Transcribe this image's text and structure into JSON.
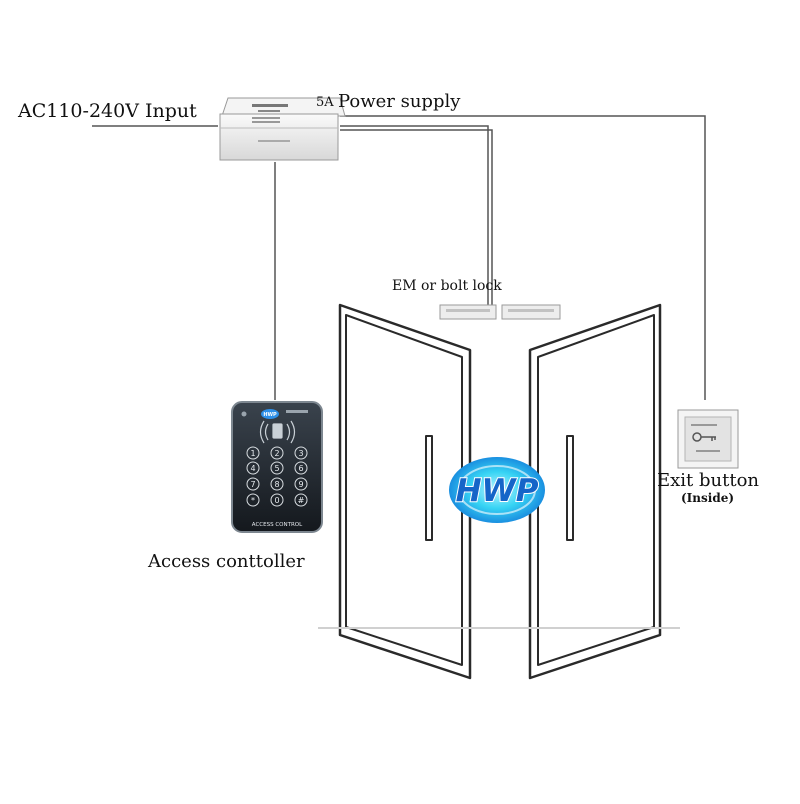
{
  "labels": {
    "ac_input": "AC110-240V Input",
    "psu_rating": "5A",
    "psu_name": "Power supply",
    "lock": "EM or bolt lock",
    "controller": "Access conttoller",
    "exit_button": "Exit button",
    "exit_location": "(Inside)"
  },
  "logo": {
    "text": "HWP"
  },
  "keypad": {
    "keys": [
      "1",
      "2",
      "3",
      "4",
      "5",
      "6",
      "7",
      "8",
      "9",
      "*",
      "0",
      "#"
    ],
    "footer": "ACCESS CONTROL",
    "badge": "HWP"
  },
  "colors": {
    "wire": "#555555",
    "door_line": "#2a2a2a",
    "logo_blue": "#1565c8",
    "logo_glow": "#37d4f4",
    "keypad_body": "#1e242b",
    "psu_body": "#ececec"
  }
}
